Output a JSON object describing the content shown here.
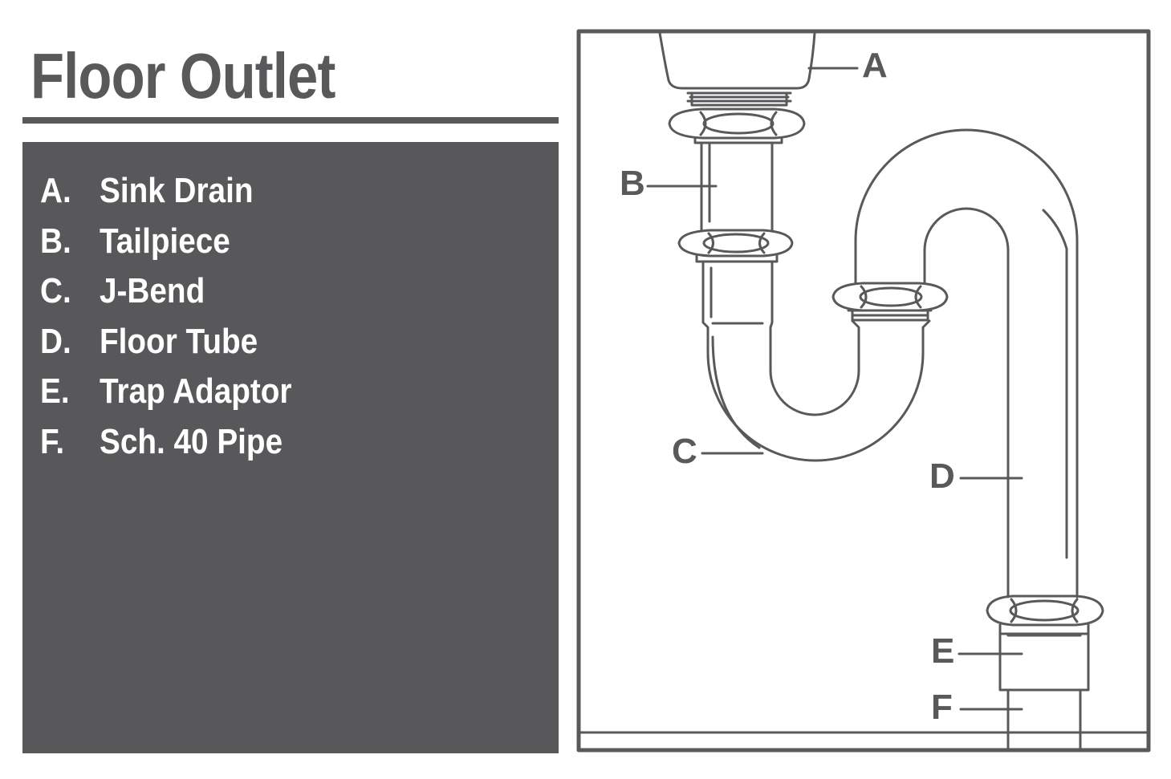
{
  "title": "Floor Outlet",
  "legend": [
    {
      "letter": "A.",
      "name": "Sink Drain"
    },
    {
      "letter": "B.",
      "name": "Tailpiece"
    },
    {
      "letter": "C.",
      "name": "J-Bend"
    },
    {
      "letter": "D.",
      "name": "Floor Tube"
    },
    {
      "letter": "E.",
      "name": "Trap Adaptor"
    },
    {
      "letter": "F.",
      "name": "Sch. 40 Pipe"
    }
  ],
  "callouts": {
    "a": "A",
    "b": "B",
    "c": "C",
    "d": "D",
    "e": "E",
    "f": "F"
  },
  "colors": {
    "ink": "#59595c",
    "panel": "#58585b",
    "panel_text": "#ffffff",
    "background": "#ffffff"
  }
}
